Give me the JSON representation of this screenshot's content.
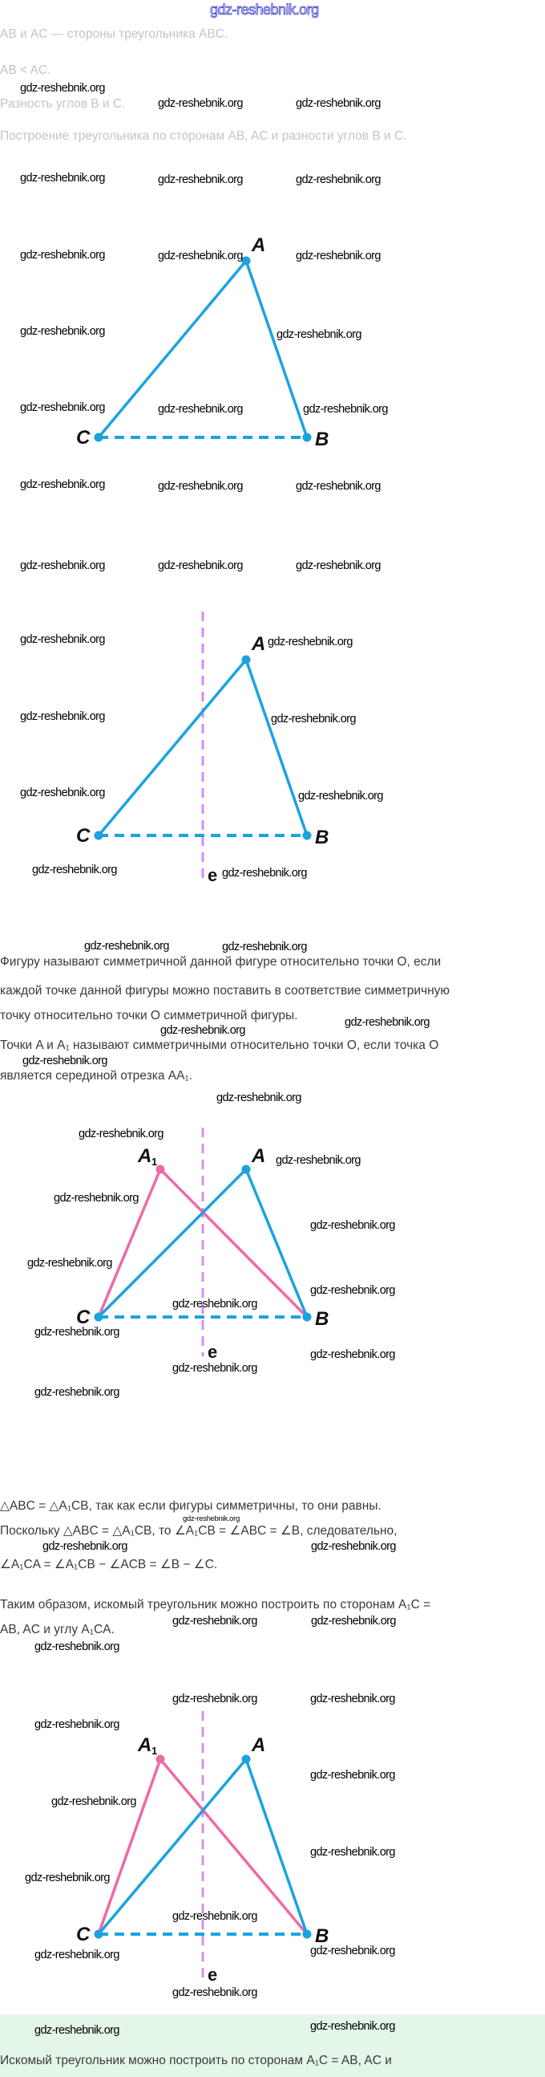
{
  "header": {
    "logo": "gdz-reshebnik.org"
  },
  "watermark": "gdz-reshebnik.org",
  "given": {
    "line1": "AB и AC — стороны треугольника ABC.",
    "line2": "AB < AC.",
    "line3": "Разность углов B и C.",
    "line4": "Построение треугольника по сторонам AB, AC и разности углов B и C."
  },
  "figure1": {
    "A": "A",
    "B": "B",
    "C": "C"
  },
  "figure2": {
    "A": "A",
    "B": "B",
    "C": "C",
    "e": "e"
  },
  "definition": {
    "line1": "Фигуру называют симметричной данной фигуре относительно точки O, если",
    "line2": "каждой точке данной фигуры можно поставить в соответствие симметричную",
    "line3": "точку относительно точки O симметричной фигуры.",
    "line4": "Точки A и A₁ называют симметричными относительно точки O, если точка O",
    "line5": "является серединой отрезка AA₁."
  },
  "figure3": {
    "A": "A",
    "A1": "A",
    "A1_sub": "1",
    "B": "B",
    "C": "C",
    "e": "e"
  },
  "reasoning": {
    "line1": "△ABC = △A₁CB, так как если фигуры симметричны, то они равны.",
    "line2": "Поскольку △ABC = △A₁CB, то ∠A₁CB = ∠ABC = ∠B, следовательно,",
    "line3": "∠A₁CA = ∠A₁CB − ∠ACB = ∠B − ∠C.",
    "line4": "Таким образом, искомый треугольник можно построить по сторонам A₁C =",
    "line5": "AB, AC и углу A₁CA."
  },
  "figure4": {
    "A": "A",
    "A1": "A",
    "A1_sub": "1",
    "B": "B",
    "C": "C",
    "e": "e"
  },
  "answer": {
    "line1": "Искомый треугольник можно построить по сторонам A₁C = AB, AC и"
  },
  "colors": {
    "triangle": "#1aa3df",
    "reflected": "#ee6aa7",
    "axis": "#d98cf0",
    "answer_bg": "#e4f6e8"
  }
}
